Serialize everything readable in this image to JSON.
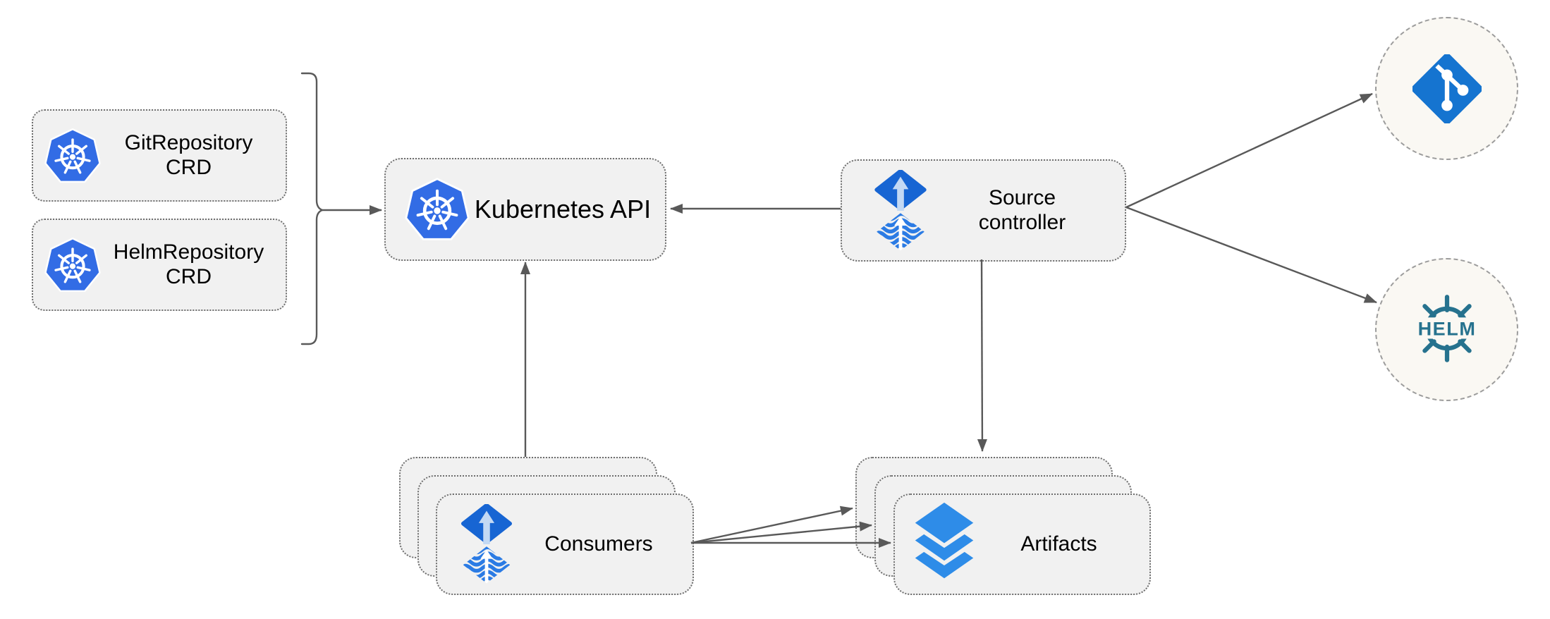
{
  "nodes": {
    "git_crd": {
      "label": "GitRepository\nCRD",
      "icon": "kubernetes-icon"
    },
    "helm_crd": {
      "label": "HelmRepository\nCRD",
      "icon": "kubernetes-icon"
    },
    "k8s_api": {
      "label": "Kubernetes API",
      "icon": "kubernetes-icon"
    },
    "source_controller": {
      "label": "Source\ncontroller",
      "icon": "flux-source-icon"
    },
    "consumers": {
      "label": "Consumers",
      "icon": "flux-source-icon",
      "stacked": 3
    },
    "artifacts": {
      "label": "Artifacts",
      "icon": "layers-icon",
      "stacked": 3
    },
    "git_remote": {
      "label": "",
      "icon": "git-icon",
      "shape": "dashed-circle"
    },
    "helm_remote": {
      "label": "HELM",
      "icon": "helm-icon",
      "shape": "dashed-circle"
    }
  },
  "edges": [
    {
      "from": "git_crd & helm_crd",
      "via": "brace",
      "to": "k8s_api",
      "arrow": true
    },
    {
      "from": "source_controller",
      "to": "k8s_api",
      "arrow": true
    },
    {
      "from": "consumers",
      "to": "k8s_api",
      "arrow": true
    },
    {
      "from": "source_controller",
      "to": "artifacts",
      "arrow": true
    },
    {
      "from": "source_controller",
      "to": "git_remote",
      "arrow": true
    },
    {
      "from": "source_controller",
      "to": "helm_remote",
      "arrow": true
    },
    {
      "from": "consumers",
      "to": "artifacts",
      "count": 3,
      "arrow": true
    }
  ],
  "colors": {
    "background": "#ffffff",
    "node_fill": "#f1f1f1",
    "node_border": "#6e6e6e",
    "circle_fill": "#faf8f3",
    "circle_border": "#9c9c9c",
    "connector": "#595959",
    "text": "#000000",
    "kubernetes_blue": "#326ce5",
    "flux_diamond_blue": "#1765d3",
    "flux_wave_blue": "#2b7be4",
    "flux_arrow_light": "#c3d9f4",
    "git_blue": "#1574d0",
    "helm_teal": "#26728e",
    "layers_blue": "#2e8ce8"
  }
}
